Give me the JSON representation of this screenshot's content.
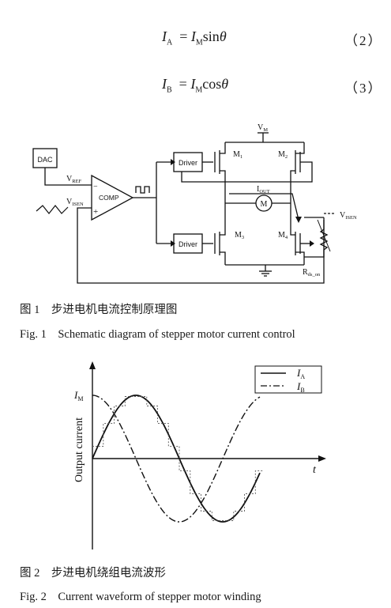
{
  "equations": [
    {
      "lhs": "I",
      "lhs_sub": "A",
      "rhs": "I",
      "rhs_sub": "M",
      "fn": "sin",
      "arg": "θ",
      "number": "（2）"
    },
    {
      "lhs": "I",
      "lhs_sub": "B",
      "rhs": "I",
      "rhs_sub": "M",
      "fn": "cos",
      "arg": "θ",
      "number": "（3）"
    }
  ],
  "fig1": {
    "labels": {
      "dac": "DAC",
      "comp": "COMP",
      "driver_top": "Driver",
      "driver_bottom": "Driver",
      "vref": "V",
      "vref_sub": "REF",
      "visen_left": "V",
      "visen_left_sub": "ISEN",
      "visen_right": "V",
      "visen_right_sub": "ISEN",
      "vm": "V",
      "vm_sub": "M",
      "m1": "M",
      "m1_sub": "1",
      "m2": "M",
      "m2_sub": "2",
      "m3": "M",
      "m3_sub": "3",
      "m4": "M",
      "m4_sub": "4",
      "iout": "I",
      "iout_sub": "OUT",
      "motor": "M",
      "rds": "R",
      "rds_sub": "ds_on",
      "minus": "−",
      "plus": "+"
    },
    "caption_cn": "图 1　步进电机电流控制原理图",
    "caption_en": "Fig. 1　Schematic diagram of stepper motor current control"
  },
  "fig2": {
    "ylabel": "Output current",
    "xlabel": "t",
    "peak_label": "I",
    "peak_sub": "M",
    "legend": [
      {
        "name": "I",
        "sub": "A",
        "style": "solid"
      },
      {
        "name": "I",
        "sub": "B",
        "style": "dash-dot"
      }
    ],
    "caption_cn": "图 2　步进电机绕组电流波形",
    "caption_en": "Fig. 2　Current waveform of stepper motor winding"
  }
}
